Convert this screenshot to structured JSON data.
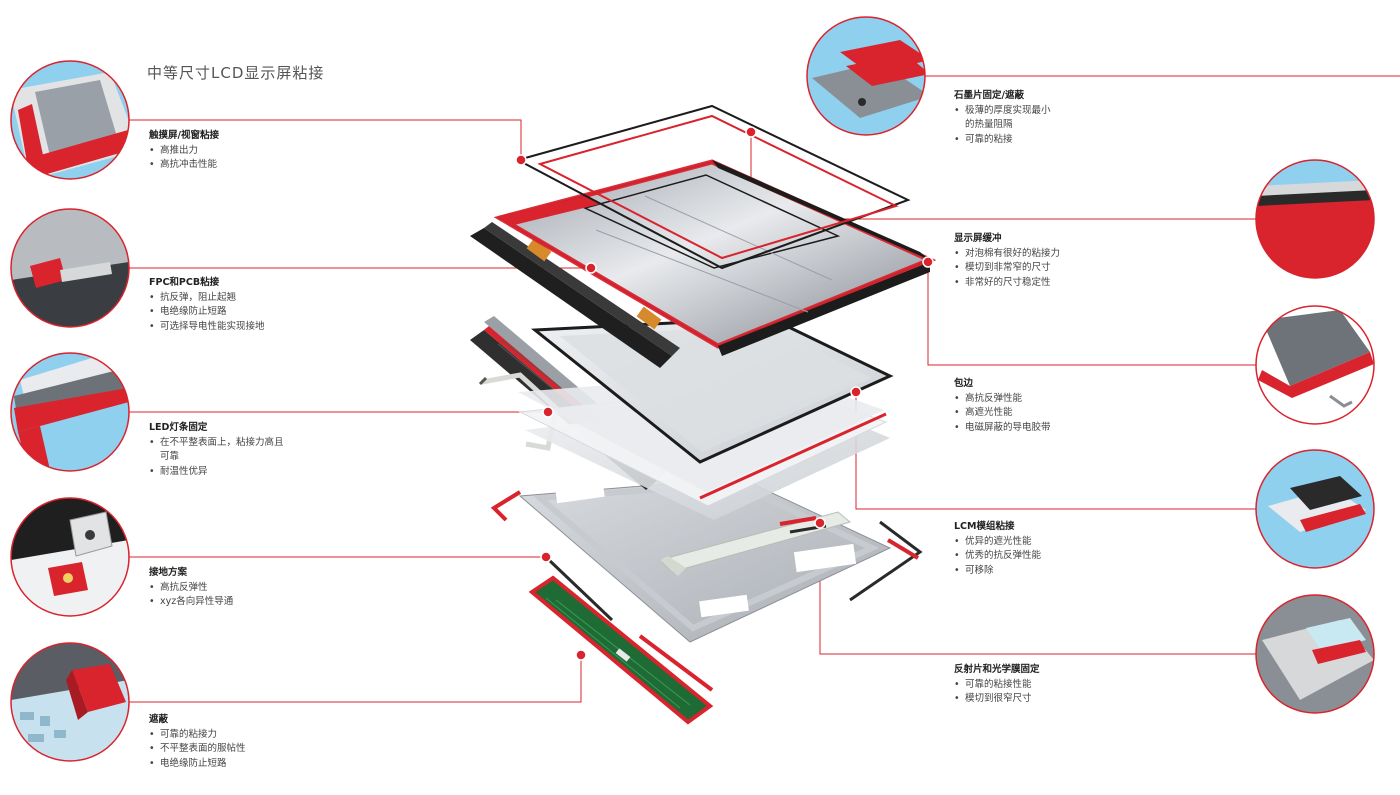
{
  "title": "中等尺寸LCD显示屏粘接",
  "colors": {
    "accent": "#d9232d",
    "panel": "#cfd3d8",
    "dark": "#2a2a2a",
    "sky": "#8fd0ef"
  },
  "callouts": [
    {
      "title": "触摸屏/视窗粘接",
      "bullets": [
        "高推出力",
        "高抗冲击性能"
      ]
    },
    {
      "title": "FPC和PCB粘接",
      "bullets": [
        "抗反弹，阻止起翘",
        "电绝缘防止短路",
        "可选择导电性能实现接地"
      ]
    },
    {
      "title": "LED灯条固定",
      "bullets": [
        "在不平整表面上，粘接力高且可靠",
        "耐温性优异"
      ]
    },
    {
      "title": "接地方案",
      "bullets": [
        "高抗反弹性",
        "xyz各向异性导通"
      ]
    },
    {
      "title": "遮蔽",
      "bullets": [
        "可靠的粘接力",
        "不平整表面的服帖性",
        "电绝缘防止短路"
      ]
    },
    {
      "title": "石墨片固定/遮蔽",
      "bullets": [
        "极薄的厚度实现最小的热量阻隔",
        "可靠的粘接"
      ]
    },
    {
      "title": "显示屏缓冲",
      "bullets": [
        "对泡棉有很好的粘接力",
        "模切到非常窄的尺寸",
        "非常好的尺寸稳定性"
      ]
    },
    {
      "title": "包边",
      "bullets": [
        "高抗反弹性能",
        "高遮光性能",
        "电磁屏蔽的导电胶带"
      ]
    },
    {
      "title": "LCM模组粘接",
      "bullets": [
        "优异的遮光性能",
        "优秀的抗反弹性能",
        "可移除"
      ]
    },
    {
      "title": "反射片和光学膜固定",
      "bullets": [
        "可靠的粘接性能",
        "模切到很窄尺寸"
      ]
    }
  ]
}
